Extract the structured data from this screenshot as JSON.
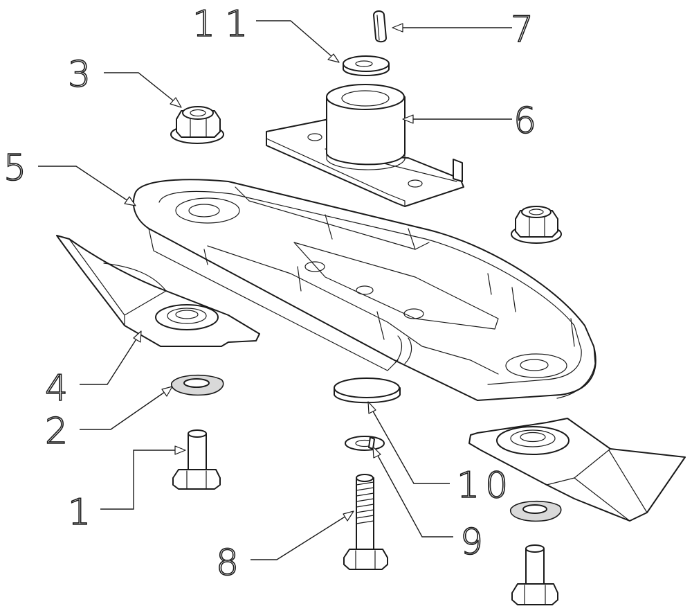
{
  "labels": {
    "l1": "1",
    "l2": "2",
    "l3": "3",
    "l4": "4",
    "l5": "5",
    "l6": "6",
    "l7": "7",
    "l8": "8",
    "l9": "9",
    "l10": "10",
    "l11": "11"
  },
  "colors": {
    "line": "#1a1a1a",
    "background": "#ffffff",
    "shade": "#d9d9d9"
  }
}
